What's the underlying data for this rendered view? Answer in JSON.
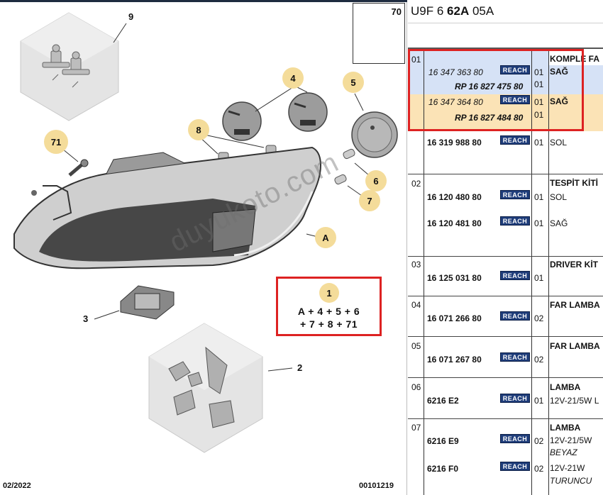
{
  "diagram": {
    "box_ref_number": "70",
    "callouts": {
      "c9": "9",
      "c4": "4",
      "c5": "5",
      "c8": "8",
      "c71": "71",
      "c6": "6",
      "c7": "7",
      "cA": "A",
      "c3": "3",
      "c2": "2",
      "c1": "1"
    },
    "formula_line1": "A + 4 + 5 + 6",
    "formula_line2": "+ 7 + 8 + 71",
    "watermark": "duyukoto.com",
    "footer_date": "02/2022",
    "footer_code": "00101219"
  },
  "table": {
    "header": {
      "prefix": "U9F 6 ",
      "bold": "62A",
      "suffix": " 05A"
    },
    "reach_label": "REACH",
    "rows": {
      "r01": {
        "group": "01",
        "title": "KOMPLE FA",
        "pn1": "16 347 363 80",
        "qty1": "01",
        "desc1": "SAĞ",
        "pn1b": "RP 16 827 475 80",
        "qty1b": "01",
        "pn2": "16 347 364 80",
        "qty2": "01",
        "desc2": "SAĞ",
        "pn2b": "RP 16 827 484 80",
        "qty2b": "01",
        "pn3": "16 319 988 80",
        "qty3": "01",
        "desc3": "SOL"
      },
      "r02": {
        "group": "02",
        "title": "TESPİT KİTİ",
        "pn1": "16 120 480 80",
        "qty1": "01",
        "desc1": "SOL",
        "pn2": "16 120 481 80",
        "qty2": "01",
        "desc2": "SAĞ"
      },
      "r03": {
        "group": "03",
        "title": "DRIVER KİT",
        "pn1": "16 125 031 80",
        "qty1": "01"
      },
      "r04": {
        "group": "04",
        "title": "FAR LAMBA",
        "pn1": "16 071 266 80",
        "qty1": "02"
      },
      "r05": {
        "group": "05",
        "title": "FAR LAMBA",
        "pn1": "16 071 267 80",
        "qty1": "02"
      },
      "r06": {
        "group": "06",
        "title": "LAMBA",
        "pn1": "6216 E2",
        "qty1": "01",
        "desc1": "12V-21/5W L"
      },
      "r07": {
        "group": "07",
        "title": "LAMBA",
        "pn1": "6216 E9",
        "qty1": "02",
        "desc1": "12V-21/5W",
        "desc1b": "BEYAZ",
        "pn2": "6216 F0",
        "qty2": "02",
        "desc2": "12V-21W",
        "desc2b": "TURUNCU"
      }
    }
  },
  "colors": {
    "highlight_blue": "#d6e2f6",
    "highlight_orange": "#fbe3b6",
    "callout_fill": "#f4dc9a",
    "red_frame": "#dd2222",
    "reach_badge": "#1f3d7a"
  }
}
